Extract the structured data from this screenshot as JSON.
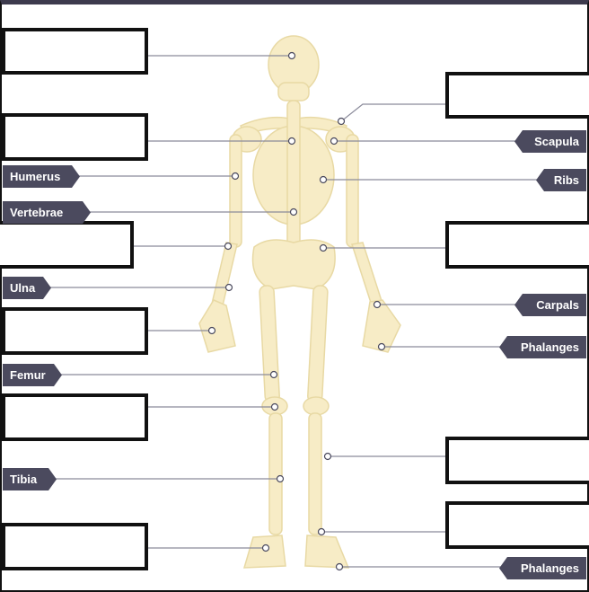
{
  "labels": {
    "humerus": "Humerus",
    "vertebrae": "Vertebrae",
    "ulna": "Ulna",
    "femur": "Femur",
    "tibia": "Tibia",
    "scapula": "Scapula",
    "ribs": "Ribs",
    "carpals": "Carpals",
    "phalanges_hand": "Phalanges",
    "phalanges_foot": "Phalanges"
  },
  "colors": {
    "bone": "#f7ecc6",
    "bone_outline": "#e8d9a4",
    "tag_background": "#4b4a5e",
    "leader_line": "#8a8a9a",
    "answer_box_border": "#111111"
  }
}
